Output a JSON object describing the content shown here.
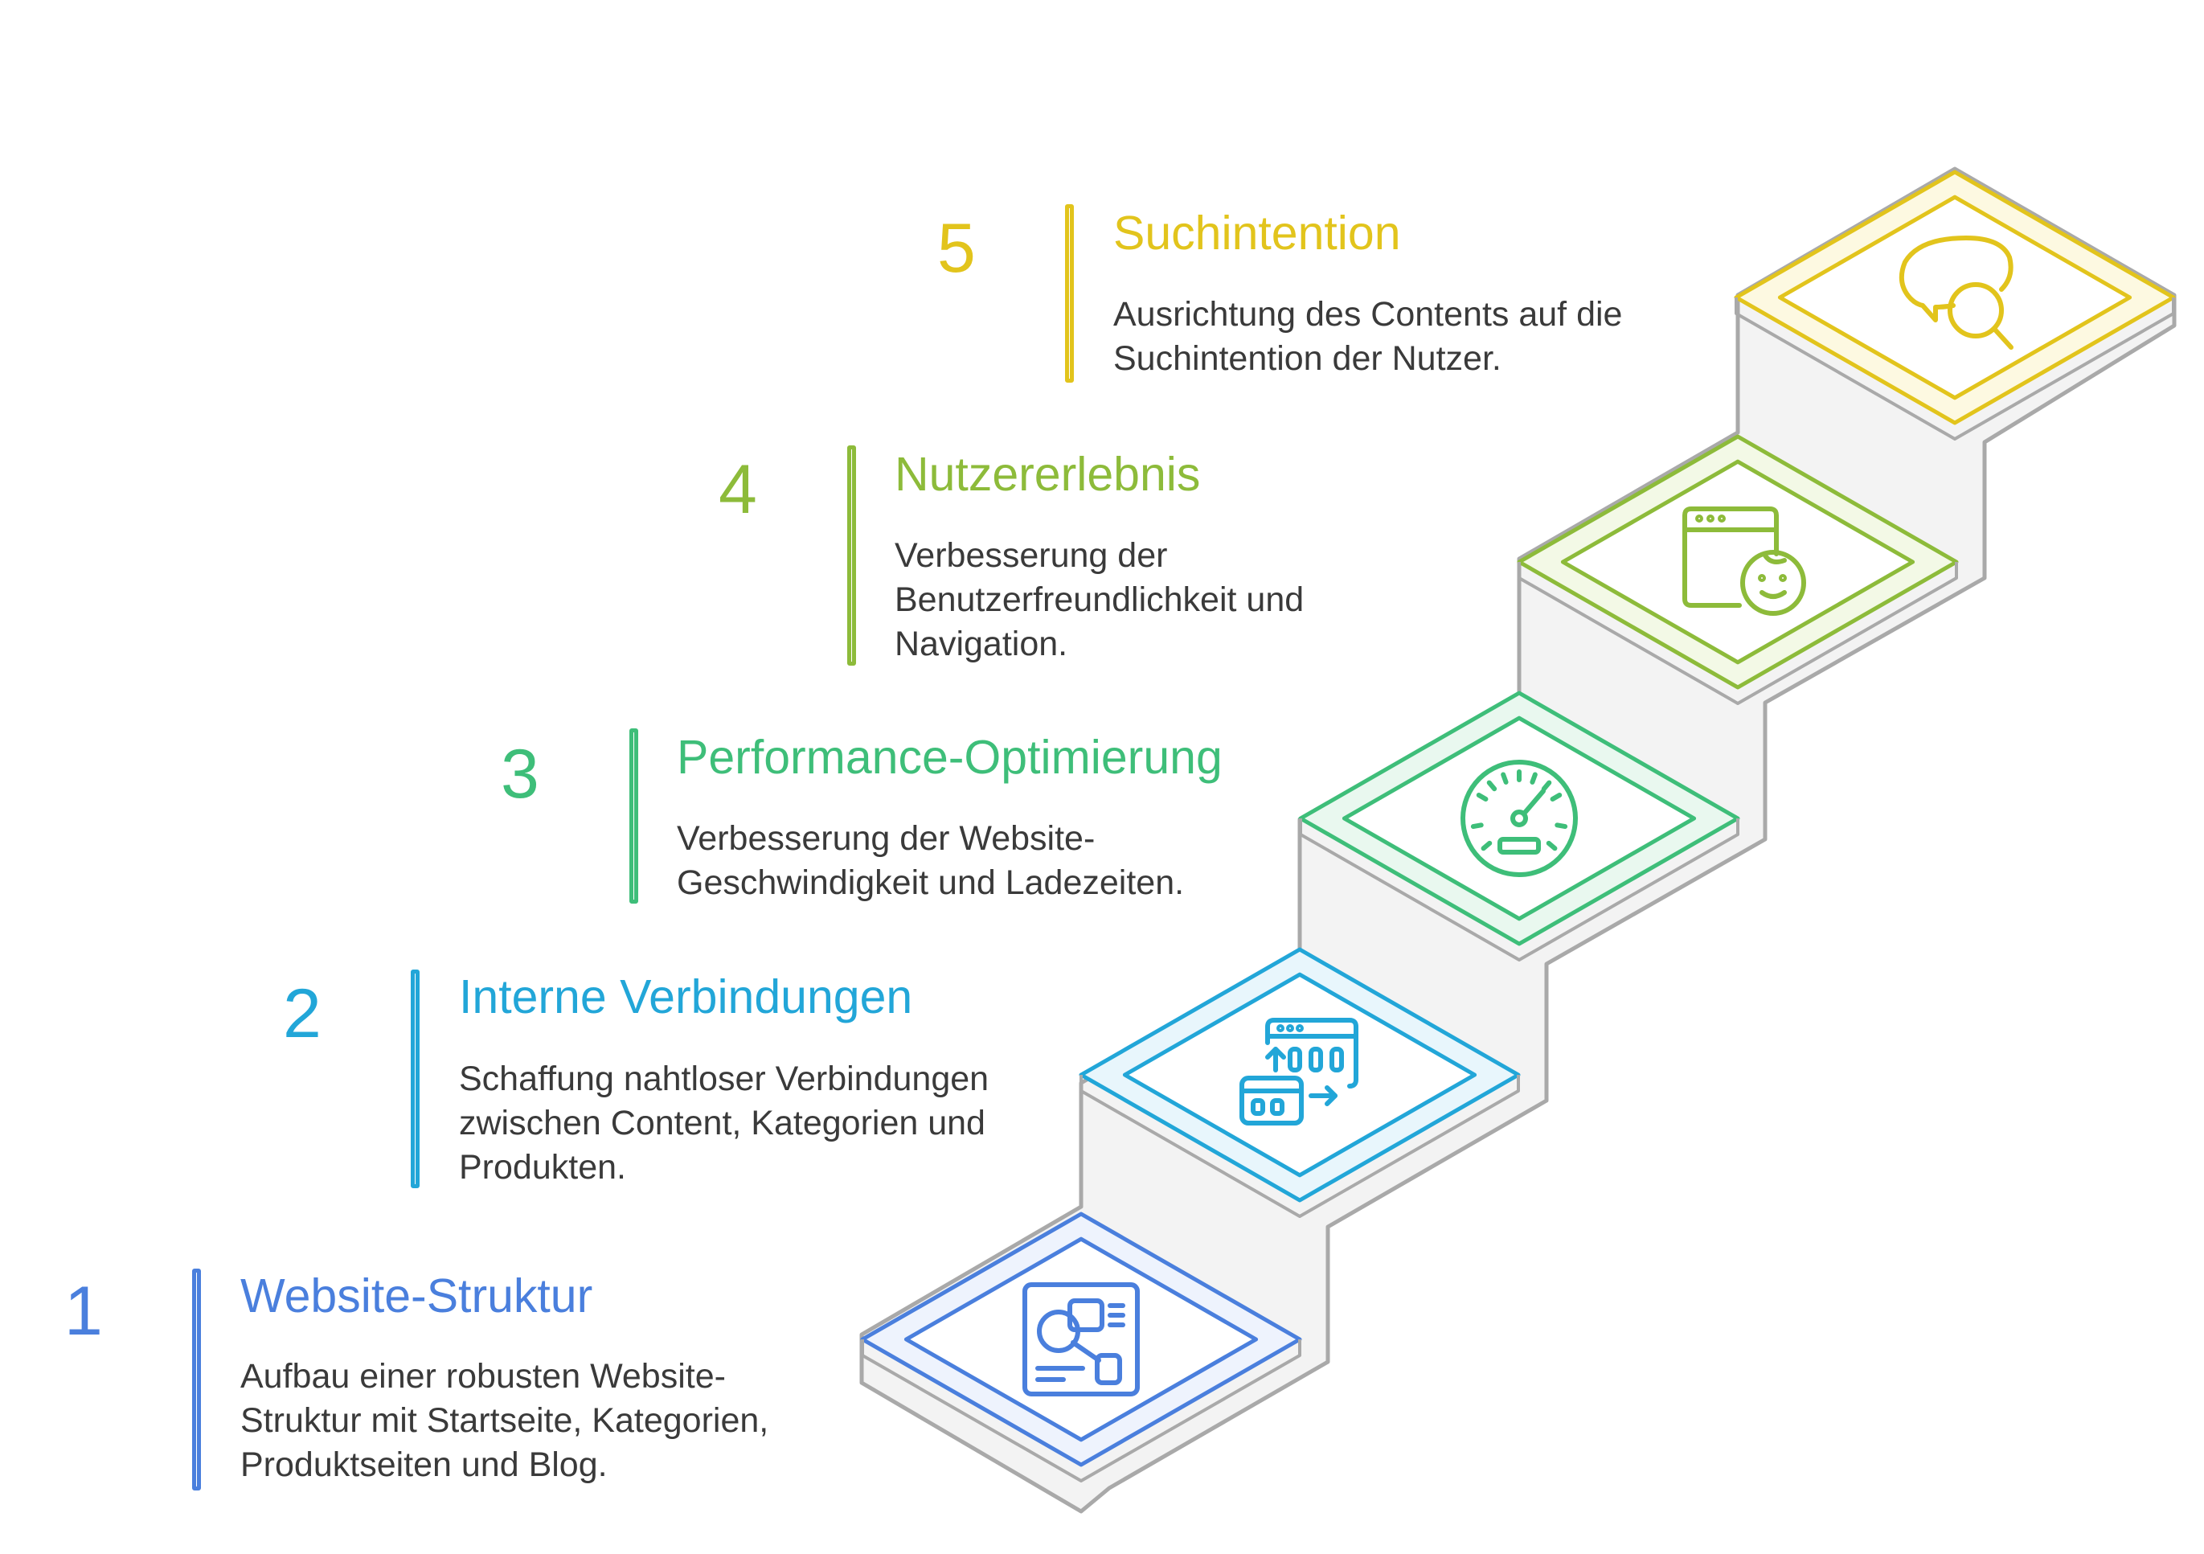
{
  "colors": {
    "step1": "#4a7fdd",
    "step2": "#22a6d8",
    "step3": "#3ebe79",
    "step4": "#8dbb3a",
    "step5": "#e2c41c",
    "riser": "#f3f3f3",
    "outline": "#a9a9a9",
    "text": "#3a3a3a"
  },
  "steps": [
    {
      "number": "1",
      "title": "Website-Struktur",
      "description": "Aufbau einer robusten Website-Struktur mit Startseite, Kategorien, Produktseiten und Blog.",
      "icon": "sitemap-structure-icon"
    },
    {
      "number": "2",
      "title": "Interne Verbindungen",
      "description": "Schaffung nahtloser Verbindungen zwischen Content, Kategorien und Produkten.",
      "icon": "internal-links-icon"
    },
    {
      "number": "3",
      "title": "Performance-Optimierung",
      "description": "Verbesserung der Website-Geschwindigkeit und Ladezeiten.",
      "icon": "speedometer-icon"
    },
    {
      "number": "4",
      "title": "Nutzererlebnis",
      "description": "Verbesserung der Benutzerfreundlichkeit und Navigation.",
      "icon": "browser-user-icon"
    },
    {
      "number": "5",
      "title": "Suchintention",
      "description": "Ausrichtung des Contents auf die Suchintention der Nutzer.",
      "icon": "chat-search-icon"
    }
  ]
}
